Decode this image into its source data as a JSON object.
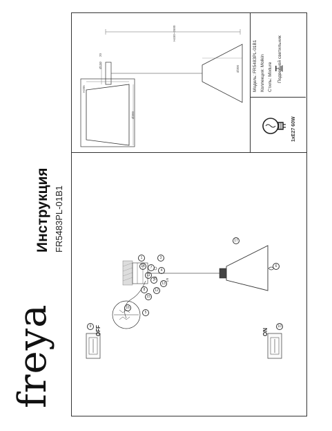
{
  "brand": "freya",
  "title": "Инструкция",
  "model_code": "FR5483PL-01B1",
  "spec": {
    "model_label": "Модель:",
    "model_value": "FR5483PL-01B1",
    "collection_label": "Коллекция:",
    "collection_value": "Molkin",
    "style_label": "Стиль:",
    "style_value": "Mixture",
    "type_value": "Подвесной светильник",
    "bulb": "1xE27 60W"
  },
  "dimensions": {
    "height_range": "H450~2680",
    "canopy_diameter": "Ø100",
    "canopy_height": "20",
    "shade_diameter": "Ø300",
    "shade_height": "H205",
    "shade_front_diameter": "Ø300"
  },
  "steps": {
    "s1": "1",
    "s2": "2",
    "s3": "3",
    "s4": "4",
    "s5": "5",
    "s6": "6",
    "s7": "7",
    "s8": "8",
    "s9": "9",
    "s10": "10",
    "s11": "11",
    "s12": "12",
    "s13": "13",
    "s14": "14",
    "s15": "15",
    "s16": "16",
    "s17": "17"
  },
  "switch": {
    "off": "OFF",
    "on": "ON"
  },
  "misc": {
    "mid_text": "1/8"
  }
}
